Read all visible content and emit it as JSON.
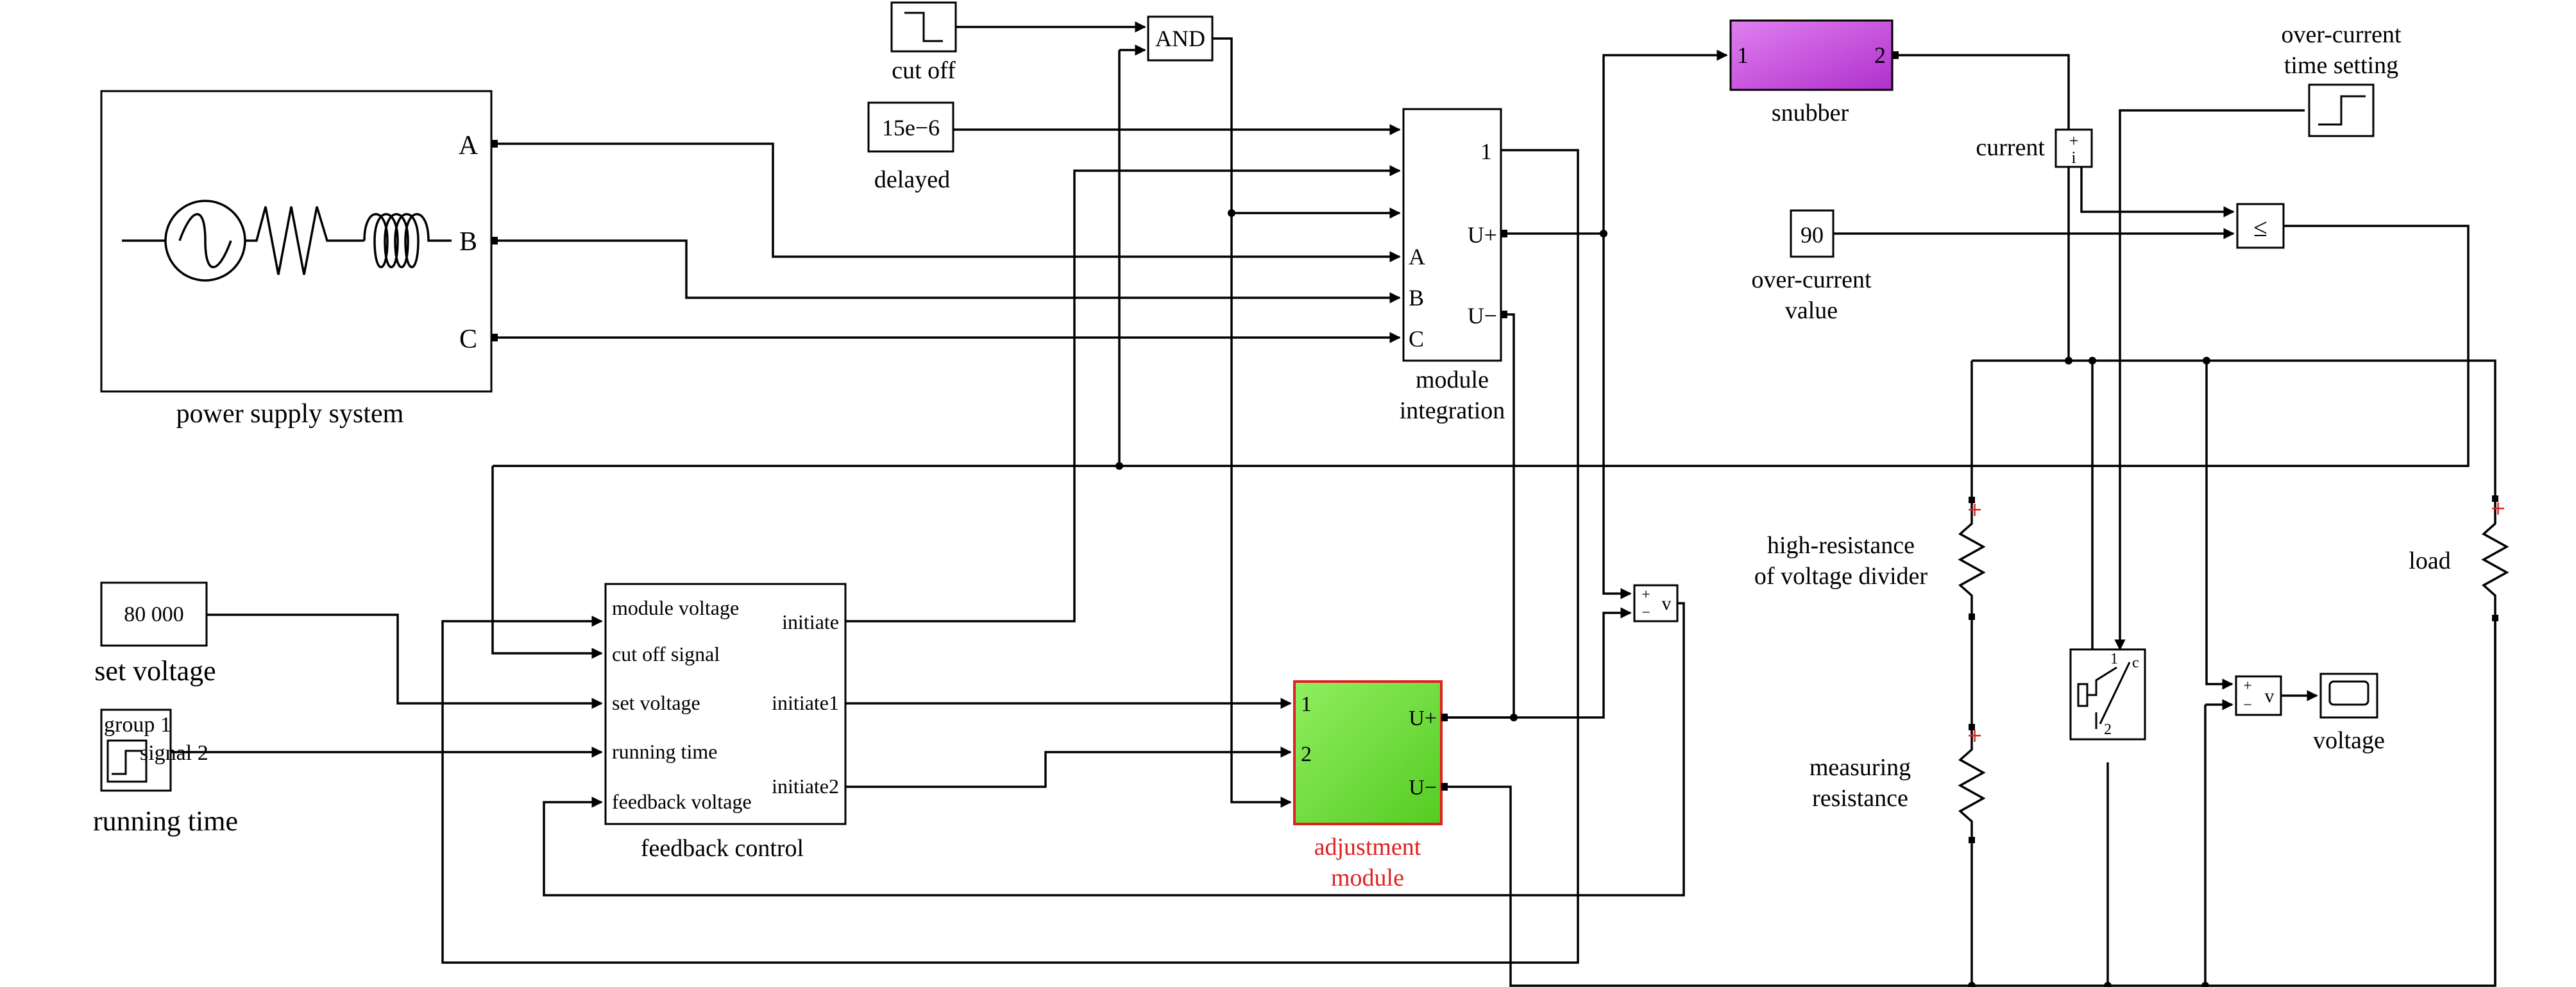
{
  "blocks": {
    "power_supply": {
      "caption": "power supply system",
      "port_a": "A",
      "port_b": "B",
      "port_c": "C"
    },
    "cut_off": {
      "caption": "cut off"
    },
    "and_gate": {
      "text": "AND"
    },
    "delayed": {
      "value": "15e−6",
      "caption": "delayed"
    },
    "module_integration": {
      "caption_line1": "module",
      "caption_line2": "integration",
      "port_1": "1",
      "port_up": "U+",
      "port_um": "U−",
      "port_a": "A",
      "port_b": "B",
      "port_c": "C"
    },
    "snubber": {
      "caption": "snubber",
      "port_1": "1",
      "port_2": "2",
      "color": "#cc55e0"
    },
    "current": {
      "caption": "current"
    },
    "over_current_time": {
      "caption_line1": "over-current",
      "caption_line2": "time setting"
    },
    "over_current_value": {
      "value": "90",
      "caption_line1": "over-current",
      "caption_line2": "value"
    },
    "set_voltage": {
      "value": "80 000",
      "caption": "set voltage"
    },
    "running_time": {
      "group_text": "group 1",
      "signal_text": "signal 2",
      "caption": "running time"
    },
    "feedback_control": {
      "caption": "feedback control",
      "inputs": [
        "module voltage",
        "cut off signal",
        "set voltage",
        "running time",
        "feedback voltage"
      ],
      "outputs": [
        "initiate",
        "initiate1",
        "initiate2"
      ]
    },
    "adjustment_module": {
      "caption_line1": "adjustment",
      "caption_line2": "module",
      "port_1": "1",
      "port_2": "2",
      "port_up": "U+",
      "port_um": "U−",
      "color": "#77dd44",
      "caption_color": "#e02020"
    },
    "high_resistance": {
      "caption_line1": "high-resistance",
      "caption_line2": "of voltage divider"
    },
    "measuring_resistance": {
      "caption_line1": "measuring",
      "caption_line2": "resistance"
    },
    "load": {
      "caption": "load"
    },
    "voltage_scope": {
      "caption": "voltage"
    },
    "vm1": {
      "sym": "v"
    },
    "vm2": {
      "sym": "v"
    }
  }
}
